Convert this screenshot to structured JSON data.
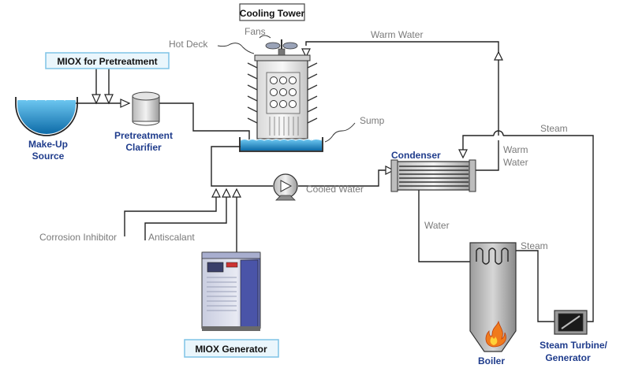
{
  "labels": {
    "cooling_tower": "Cooling Tower",
    "miox_pretreatment": "MIOX for Pretreatment",
    "fans": "Fans",
    "hot_deck": "Hot Deck",
    "warm_water_top": "Warm Water",
    "sump": "Sump",
    "makeup_line1": "Make-Up",
    "makeup_line2": "Source",
    "clarifier_line1": "Pretreatment",
    "clarifier_line2": "Clarifier",
    "condenser": "Condenser",
    "steam_right": "Steam",
    "warm_line1": "Warm",
    "warm_line2": "Water",
    "cooled_water": "Cooled Water",
    "water": "Water",
    "steam_lower": "Steam",
    "corrosion_inhibitor": "Corrosion Inhibitor",
    "antiscalant": "Antiscalant",
    "miox_generator": "MIOX Generator",
    "boiler": "Boiler",
    "turbine_line1": "Steam Turbine/",
    "turbine_line2": "Generator"
  },
  "colors": {
    "water": "#2a9fd8",
    "water_dark": "#0d6ba8",
    "label_blue": "#1f3c8c",
    "box_border": "#7fc3e6",
    "box_fill": "#eaf6fc",
    "flame": "#f07a1c"
  }
}
